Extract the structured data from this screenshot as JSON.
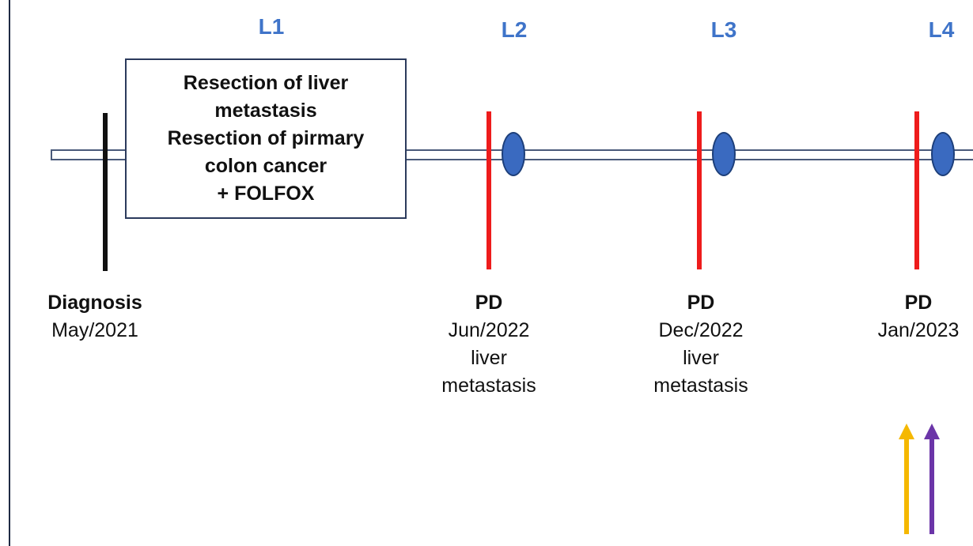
{
  "line_labels": [
    "L1",
    "L2",
    "L3",
    "L4"
  ],
  "therapy_box": {
    "lines": [
      "Resection of liver",
      "metastasis",
      "Resection of pirmary",
      "colon cancer",
      "+ FOLFOX"
    ]
  },
  "events": [
    {
      "title": "Diagnosis",
      "date": "May/2021",
      "detail": []
    },
    {
      "title": "PD",
      "date": "Jun/2022",
      "detail": [
        "liver",
        "metastasis"
      ]
    },
    {
      "title": "PD",
      "date": "Dec/2022",
      "detail": [
        "liver",
        "metastasis"
      ]
    },
    {
      "title": "PD",
      "date": "Jan/2023",
      "detail": []
    }
  ],
  "colors": {
    "line_label": "#3f74c9",
    "diagnosis_tick": "#111111",
    "progression_tick": "#ee1c1c",
    "line_start_marker": "#3a6ac0",
    "arrow_yellow": "#f5b800",
    "arrow_purple": "#6b35a8"
  }
}
